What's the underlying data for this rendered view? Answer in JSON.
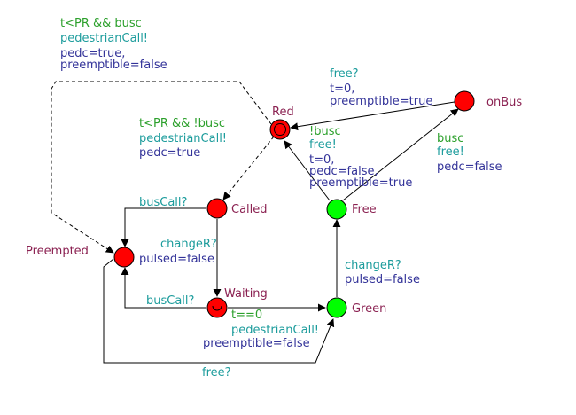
{
  "colors": {
    "state_label": "#8b2252",
    "guard": "#2ca02c",
    "sync": "#1c9c9c",
    "update": "#333399",
    "urgent_state": "#ff0000",
    "normal_green": "#00ff00"
  },
  "states": {
    "red": "Red",
    "onbus": "onBus",
    "called": "Called",
    "free": "Free",
    "preempted": "Preempted",
    "waiting": "Waiting",
    "green": "Green"
  },
  "edges": {
    "red_preempted": {
      "guard": "t<PR && busc",
      "sync": "pedestrianCall!",
      "update1": "pedc=true,",
      "update2": "preemptible=false"
    },
    "onbus_red": {
      "sync": "free?",
      "update1": "t=0,",
      "update2": "preemptible=true"
    },
    "red_called": {
      "guard": "t<PR && !busc",
      "sync": "pedestrianCall!",
      "update1": "pedc=true"
    },
    "free_red": {
      "guard": "!busc",
      "sync": "free!",
      "update1": "t=0,",
      "update2": "pedc=false,",
      "update3": "preemptible=true"
    },
    "free_onbus": {
      "guard": "busc",
      "sync": "free!",
      "update1": "pedc=false"
    },
    "called_preempted": {
      "sync": "busCall?"
    },
    "called_waiting": {
      "sync": "changeR?",
      "update1": "pulsed=false"
    },
    "waiting_preempted": {
      "sync": "busCall?"
    },
    "waiting_green": {
      "guard": "t==0",
      "sync": "pedestrianCall!",
      "update1": "preemptible=false"
    },
    "green_free": {
      "sync": "changeR?",
      "update1": "pulsed=false"
    },
    "preempted_green": {
      "sync": "free?"
    }
  }
}
